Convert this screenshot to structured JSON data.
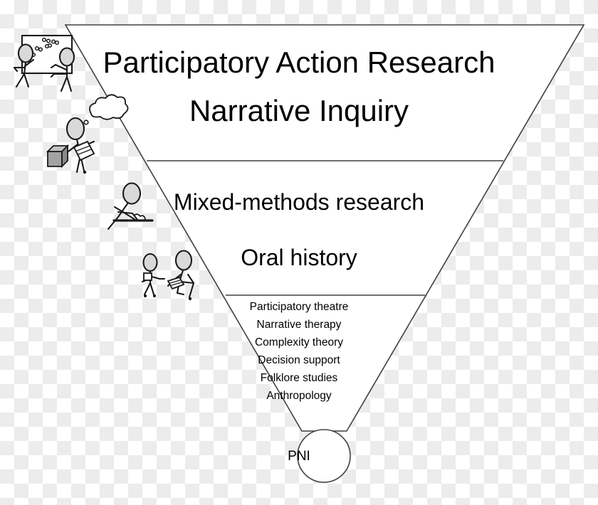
{
  "diagram": {
    "title": "PNI funnel diagram",
    "type": "inverted-funnel",
    "stroke_color": "#404040",
    "fill_color": "#ffffff",
    "text_color": "#000000",
    "figure_fill": "#d9d9d9",
    "figure_stroke": "#1a1a1a",
    "tiers": [
      {
        "id": "tier-top",
        "lines": [
          "Participatory Action Research",
          "Narrative Inquiry"
        ]
      },
      {
        "id": "tier-middle",
        "lines": [
          "Mixed-methods research",
          "Oral history"
        ]
      },
      {
        "id": "tier-bottom",
        "lines": [
          "Participatory theatre",
          "Narrative therapy",
          "Complexity theory",
          "Decision support",
          "Folklore studies",
          "Anthropology"
        ]
      }
    ],
    "outcome": {
      "id": "pni-circle",
      "label": "PNI"
    },
    "figures": [
      {
        "id": "figure-whiteboard-pair",
        "name": "two-people-at-whiteboard-icon"
      },
      {
        "id": "figure-thinker-with-cube",
        "name": "person-thinking-with-block-icon"
      },
      {
        "id": "figure-reclining",
        "name": "person-reclining-icon"
      },
      {
        "id": "figure-standing-recorder",
        "name": "person-with-recorder-icon"
      },
      {
        "id": "figure-seated-laptop",
        "name": "person-with-laptop-icon"
      }
    ]
  }
}
